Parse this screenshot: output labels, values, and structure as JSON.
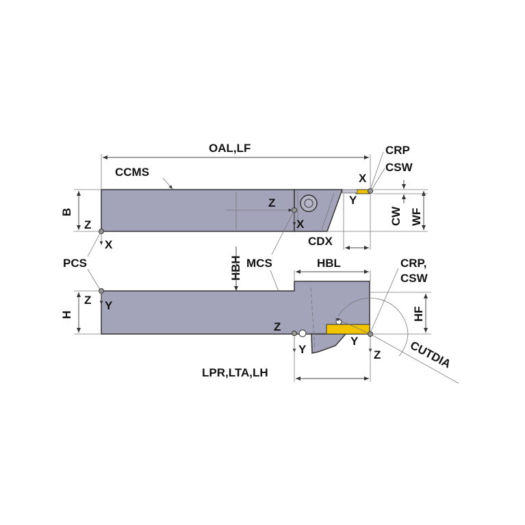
{
  "labels": {
    "oal_lf": "OAL,LF",
    "ccms": "CCMS",
    "crp": "CRP",
    "csw": "CSW",
    "crp_comma": "CRP,",
    "csw2": "CSW",
    "b": "B",
    "cw": "CW",
    "wf": "WF",
    "cdx": "CDX",
    "pcs": "PCS",
    "hbh": "HBH",
    "mcs": "MCS",
    "hbl": "HBL",
    "h": "H",
    "hf": "HF",
    "cutdia": "CUTDIA",
    "lpr_lta_lh": "LPR,LTA,LH",
    "x": "X",
    "y": "Y",
    "z": "Z"
  },
  "colors": {
    "body": "#a3a3ba",
    "insert": "#f2c400"
  }
}
